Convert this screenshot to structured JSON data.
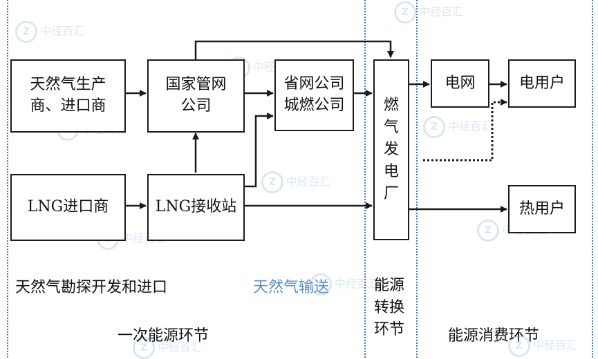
{
  "boxes": {
    "gas_producers": "天然气生产\n商、进口商",
    "pipeline_co": "国家管网\n公司",
    "provincial": "省网公司\n城燃公司",
    "lng_importer": "LNG进口商",
    "lng_terminal": "LNG接收站",
    "power_plant": "燃\n气\n发\n电\n厂",
    "grid": "电网",
    "electric_user": "电用户",
    "heat_user": "热用户"
  },
  "labels": {
    "exploration": "天然气勘探开发和进口",
    "transport": "天然气输送",
    "conversion": "能源\n转换\n环节",
    "primary": "一次能源环节",
    "consumption": "能源消费环节"
  },
  "watermark": {
    "text": "中经百汇"
  },
  "colors": {
    "divider": "#3a7cc4",
    "transport_text": "#5a8fd0",
    "line": "#1a1a1a"
  }
}
